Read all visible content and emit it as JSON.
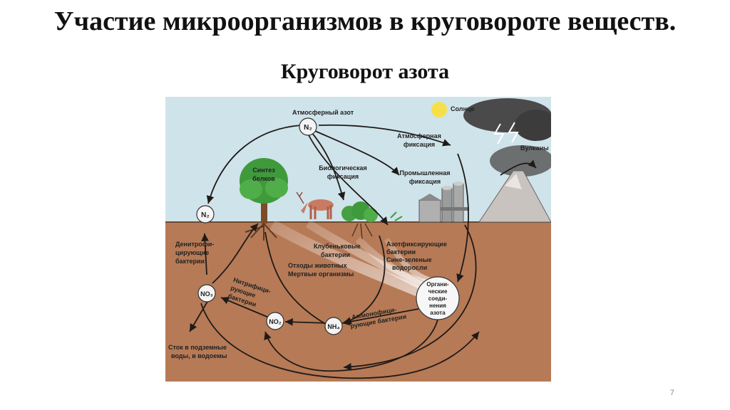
{
  "slide": {
    "title": "Участие микроорганизмов в круговороте веществ.",
    "subtitle": "Круговорот азота",
    "page_number": "7"
  },
  "diagram": {
    "labels": {
      "atmospheric_nitrogen": "Атмосферный азот",
      "sun": "Солнце",
      "atm_fixation_1": "Атмосферная",
      "atm_fixation_2": "фиксация",
      "volcanoes": "Вулканы",
      "bio_fixation_1": "Биологическая",
      "bio_fixation_2": "фиксация",
      "industrial_fixation_1": "Промышленная",
      "industrial_fixation_2": "фиксация",
      "protein_synthesis_1": "Синтез",
      "protein_synthesis_2": "белков",
      "denitrifying_1": "Денитрофи-",
      "denitrifying_2": "цирующие",
      "denitrifying_3": "бактерии",
      "nodule_1": "Клубеньковые",
      "nodule_2": "бактерии",
      "nitrogen_fixing_1": "Азотфиксирующие",
      "nitrogen_fixing_2": "бактерии",
      "nitrogen_fixing_3": "Сине-зеленые",
      "nitrogen_fixing_4": "водоросли",
      "waste_1": "Отходы животных",
      "waste_2": "Мертвые организмы",
      "organic_1": "Органи-",
      "organic_2": "ческие",
      "organic_3": "соеди-",
      "organic_4": "нения",
      "organic_5": "азота",
      "nitrifying_1": "Нитрифици-",
      "nitrifying_2": "рующие",
      "nitrifying_3": "бактерии",
      "ammonifying_1": "Аммонофици-",
      "ammonifying_2": "рующие бактерии",
      "runoff_1": "Сток в подземные",
      "runoff_2": "воды, в водоемы"
    },
    "nodes": {
      "n2_top": "N₂",
      "n2_left": "N₂",
      "no3": "NO₃",
      "no2": "NO₂",
      "nh4": "NH₄"
    },
    "colors": {
      "sky": "#cfe3ea",
      "soil": "#b67a56",
      "arrow": "#1f1a18",
      "tree": "#3f9a3c",
      "sun": "#f6e04a",
      "storm": "#4a4a4a"
    }
  }
}
